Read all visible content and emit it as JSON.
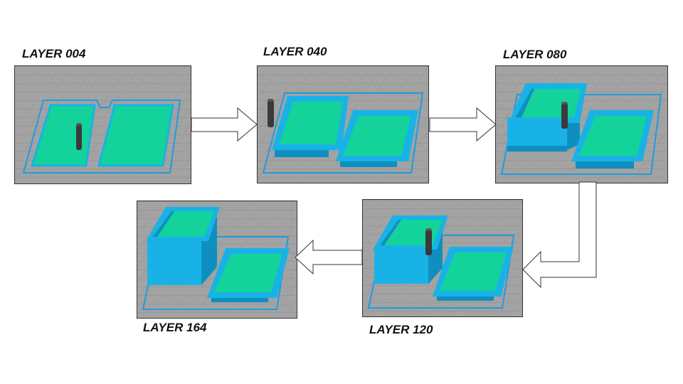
{
  "layers": [
    {
      "label": "LAYER 004"
    },
    {
      "label": "LAYER 040"
    },
    {
      "label": "LAYER 080"
    },
    {
      "label": "LAYER 120"
    },
    {
      "label": "LAYER 164"
    }
  ],
  "colors": {
    "bed": "#a3a3a3",
    "grid": "#8f8f8f",
    "wall": "#19b2e6",
    "wall_dark": "#0f8fc0",
    "infill": "#13d39a",
    "skirt": "#1e9ce0",
    "nozzle": "#3a3a3a",
    "arrow_stroke": "#333333"
  }
}
